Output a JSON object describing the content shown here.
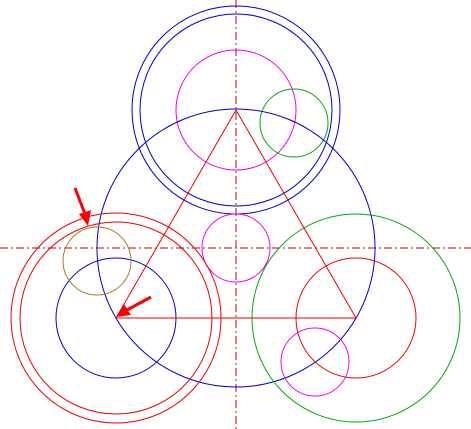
{
  "diagram": {
    "colors": {
      "blue": "#0000cc",
      "magenta": "#ee00ee",
      "green": "#00aa00",
      "red": "#ee0000",
      "olive": "#aa7722",
      "centerline": "#cc0000",
      "arrow": "#ff0000",
      "background": "#ffffff"
    },
    "elements": [
      "top-outer-blue-circle",
      "top-inner-blue-circle",
      "top-magenta-circle",
      "top-right-green-circle",
      "large-center-blue-circle",
      "center-magenta-circle",
      "left-outer-red-circle",
      "left-inner-red-circle",
      "left-blue-circle",
      "left-olive-circle",
      "right-green-circle",
      "right-red-circle",
      "right-lower-magenta-circle",
      "triangle",
      "horizontal-centerline",
      "vertical-centerline",
      "upper-arrow",
      "lower-arrow"
    ]
  }
}
